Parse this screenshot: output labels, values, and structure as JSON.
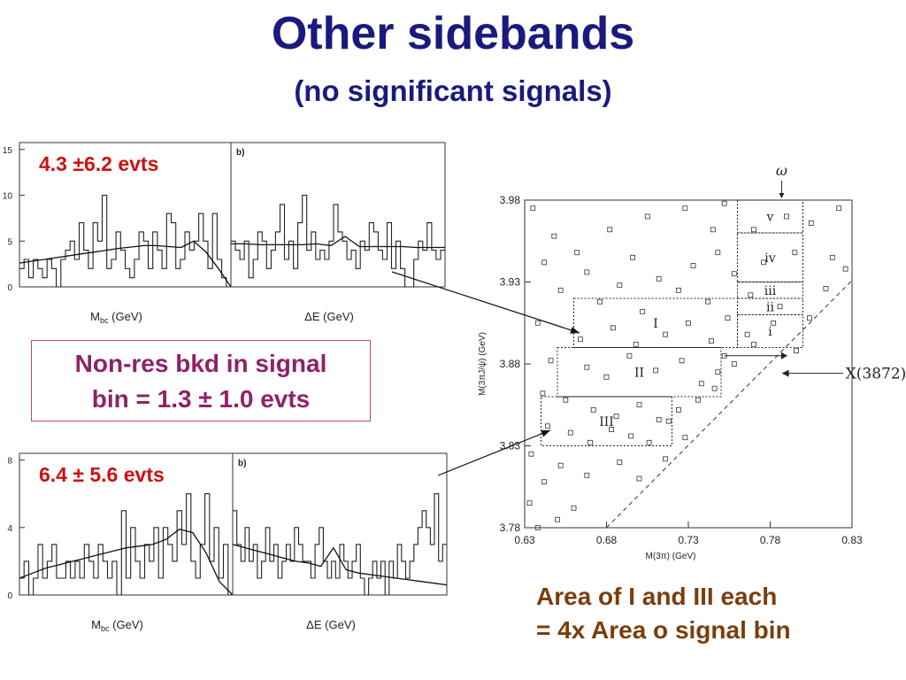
{
  "title": "Other sidebands",
  "subtitle": "(no significant signals)",
  "nonres_note": {
    "line1": "Non-res bkd in signal",
    "line2": "bin = 1.3 ± 1.0 evts"
  },
  "area_note": {
    "line1": "Area of I and III each",
    "line2": "= 4x Area o signal bin"
  },
  "colors": {
    "title": "#1a1a7e",
    "evts": "#cc1111",
    "nonres": "#8e2268",
    "area": "#7a3e0c"
  },
  "chart_data": [
    {
      "type": "bar",
      "panel": "top-left",
      "annotation": "4.3 ±6.2 evts",
      "xlabel_main": "M",
      "xlabel_sub": "bc",
      "xlabel_unit": "(GeV)",
      "ylim": [
        0,
        15
      ],
      "yticks": [
        "15",
        "10",
        "5",
        "0"
      ],
      "values": [
        2,
        3,
        1,
        3,
        2,
        1,
        3,
        2,
        0,
        3,
        4,
        5,
        3,
        7,
        4,
        2,
        7,
        5,
        10,
        2,
        3,
        6,
        4,
        2,
        1,
        3,
        6,
        5,
        2,
        6,
        4,
        2,
        8,
        7,
        2,
        3,
        6,
        4,
        5,
        8,
        5,
        2,
        8,
        3,
        1,
        0
      ],
      "fit": [
        2.6,
        2.8,
        3.0,
        3.2,
        3.4,
        3.6,
        3.8,
        4.0,
        4.2,
        4.35,
        4.5,
        4.5,
        4.4,
        4.3,
        5.0,
        3.8,
        2.0,
        0.0
      ],
      "curve_type": "rising-then-cutoff"
    },
    {
      "type": "bar",
      "panel": "top-right",
      "panel_label": "b)",
      "xlabel_main": "ΔE",
      "xlabel_unit": "(GeV)",
      "ylim": [
        0,
        15
      ],
      "values": [
        5,
        4,
        3,
        5,
        1,
        3,
        6,
        5,
        2,
        4,
        6,
        9,
        3,
        5,
        2,
        7,
        10,
        4,
        6,
        3,
        4,
        3,
        5,
        9,
        6,
        5,
        3,
        4,
        2,
        5,
        4,
        7,
        6,
        4,
        3,
        7,
        2,
        5,
        2,
        0,
        0,
        3,
        5,
        4,
        7,
        4,
        3,
        4
      ],
      "fit": [
        4.7,
        4.7,
        4.6,
        4.6,
        4.6,
        4.6,
        4.7,
        4.5,
        5.5,
        4.4,
        4.4,
        4.4,
        4.4,
        4.3,
        4.3,
        4.3
      ],
      "curve_type": "flat-with-peak"
    },
    {
      "type": "bar",
      "panel": "bottom-left",
      "annotation": "6.4 ± 5.6 evts",
      "xlabel_main": "M",
      "xlabel_sub": "bc",
      "xlabel_unit": "(GeV)",
      "ylim": [
        0,
        8
      ],
      "yticks": [
        "8",
        "4",
        "0"
      ],
      "values": [
        1,
        2,
        0,
        1,
        3,
        1,
        2,
        3,
        1,
        1,
        2,
        1,
        2,
        1,
        3,
        2,
        1,
        3,
        2,
        1,
        2,
        0,
        5,
        1,
        4,
        2,
        1,
        3,
        2,
        4,
        1,
        4,
        3,
        2,
        5,
        3,
        6,
        2,
        1,
        3,
        6,
        2,
        4,
        1,
        3,
        0
      ],
      "fit": [
        1.0,
        1.3,
        1.6,
        1.8,
        2.0,
        2.2,
        2.4,
        2.6,
        2.8,
        2.9,
        3.0,
        3.3,
        3.9,
        3.7,
        2.5,
        0.8,
        0.0
      ],
      "curve_type": "rising-then-cutoff"
    },
    {
      "type": "bar",
      "panel": "bottom-right",
      "panel_label": "b)",
      "xlabel_main": "ΔE",
      "xlabel_unit": "(GeV)",
      "ylim": [
        0,
        8
      ],
      "values": [
        5,
        3,
        2,
        4,
        2,
        3,
        1,
        2,
        4,
        2,
        3,
        1,
        2,
        3,
        2,
        4,
        3,
        2,
        2,
        1,
        3,
        4,
        2,
        1,
        2,
        1,
        3,
        2,
        1,
        2,
        3,
        1,
        0,
        1,
        2,
        1,
        2,
        0,
        2,
        1,
        3,
        2,
        1,
        2,
        3,
        4,
        5,
        4,
        3,
        6,
        2,
        3
      ],
      "fit": [
        3.0,
        2.8,
        2.6,
        2.4,
        2.2,
        2.0,
        1.9,
        1.7,
        2.8,
        1.5,
        1.3,
        1.2,
        1.1,
        1.0,
        0.9,
        0.8,
        0.7,
        0.6
      ],
      "curve_type": "falling-with-peak"
    },
    {
      "type": "scatter",
      "panel": "dalitz",
      "xlabel": "M(3π) (GeV)",
      "ylabel": "M(3πJ/ψ) (GeV)",
      "xlim": [
        0.63,
        0.83
      ],
      "ylim": [
        3.78,
        3.98
      ],
      "xticks": [
        "0.63",
        "0.68",
        "0.73",
        "0.78",
        "0.83"
      ],
      "yticks": [
        "3.98",
        "3.93",
        "3.88",
        "3.83",
        "3.78"
      ],
      "omega_label": "ω",
      "x3872_label": "X(3872)",
      "regions": [
        {
          "label": "I",
          "x": [
            0.66,
            0.76
          ],
          "y": [
            3.89,
            3.92
          ]
        },
        {
          "label": "II",
          "x": [
            0.65,
            0.75
          ],
          "y": [
            3.86,
            3.89
          ]
        },
        {
          "label": "III",
          "x": [
            0.64,
            0.72
          ],
          "y": [
            3.83,
            3.86
          ]
        },
        {
          "label": "i",
          "x": [
            0.76,
            0.8
          ],
          "y": [
            3.89,
            3.91
          ]
        },
        {
          "label": "ii",
          "x": [
            0.76,
            0.8
          ],
          "y": [
            3.91,
            3.92
          ]
        },
        {
          "label": "iii",
          "x": [
            0.76,
            0.8
          ],
          "y": [
            3.92,
            3.93
          ]
        },
        {
          "label": "iv",
          "x": [
            0.76,
            0.8
          ],
          "y": [
            3.93,
            3.96
          ]
        },
        {
          "label": "v",
          "x": [
            0.76,
            0.8
          ],
          "y": [
            3.96,
            3.98
          ]
        }
      ],
      "points": [
        [
          0.635,
          3.975
        ],
        [
          0.648,
          3.958
        ],
        [
          0.662,
          3.948
        ],
        [
          0.682,
          3.962
        ],
        [
          0.705,
          3.97
        ],
        [
          0.728,
          3.975
        ],
        [
          0.745,
          3.962
        ],
        [
          0.752,
          3.978
        ],
        [
          0.77,
          3.962
        ],
        [
          0.79,
          3.97
        ],
        [
          0.805,
          3.966
        ],
        [
          0.822,
          3.975
        ],
        [
          0.642,
          3.942
        ],
        [
          0.668,
          3.936
        ],
        [
          0.696,
          3.945
        ],
        [
          0.712,
          3.932
        ],
        [
          0.733,
          3.94
        ],
        [
          0.748,
          3.948
        ],
        [
          0.758,
          3.935
        ],
        [
          0.776,
          3.942
        ],
        [
          0.795,
          3.948
        ],
        [
          0.818,
          3.945
        ],
        [
          0.826,
          3.938
        ],
        [
          0.652,
          3.925
        ],
        [
          0.676,
          3.918
        ],
        [
          0.688,
          3.928
        ],
        [
          0.702,
          3.912
        ],
        [
          0.724,
          3.925
        ],
        [
          0.742,
          3.918
        ],
        [
          0.754,
          3.908
        ],
        [
          0.768,
          3.922
        ],
        [
          0.786,
          3.915
        ],
        [
          0.804,
          3.908
        ],
        [
          0.814,
          3.926
        ],
        [
          0.638,
          3.905
        ],
        [
          0.664,
          3.895
        ],
        [
          0.684,
          3.902
        ],
        [
          0.698,
          3.892
        ],
        [
          0.716,
          3.898
        ],
        [
          0.73,
          3.905
        ],
        [
          0.744,
          3.894
        ],
        [
          0.752,
          3.885
        ],
        [
          0.766,
          3.898
        ],
        [
          0.782,
          3.905
        ],
        [
          0.796,
          3.888
        ],
        [
          0.646,
          3.882
        ],
        [
          0.668,
          3.878
        ],
        [
          0.68,
          3.872
        ],
        [
          0.694,
          3.885
        ],
        [
          0.71,
          3.876
        ],
        [
          0.726,
          3.882
        ],
        [
          0.738,
          3.868
        ],
        [
          0.748,
          3.875
        ],
        [
          0.758,
          3.88
        ],
        [
          0.77,
          3.892
        ],
        [
          0.641,
          3.862
        ],
        [
          0.655,
          3.858
        ],
        [
          0.672,
          3.852
        ],
        [
          0.686,
          3.848
        ],
        [
          0.7,
          3.855
        ],
        [
          0.712,
          3.846
        ],
        [
          0.724,
          3.852
        ],
        [
          0.736,
          3.858
        ],
        [
          0.746,
          3.865
        ],
        [
          0.644,
          3.842
        ],
        [
          0.658,
          3.838
        ],
        [
          0.67,
          3.832
        ],
        [
          0.683,
          3.84
        ],
        [
          0.695,
          3.836
        ],
        [
          0.706,
          3.832
        ],
        [
          0.718,
          3.845
        ],
        [
          0.728,
          3.835
        ],
        [
          0.634,
          3.825
        ],
        [
          0.652,
          3.818
        ],
        [
          0.668,
          3.812
        ],
        [
          0.688,
          3.82
        ],
        [
          0.7,
          3.81
        ],
        [
          0.716,
          3.822
        ],
        [
          0.633,
          3.795
        ],
        [
          0.642,
          3.808
        ],
        [
          0.65,
          3.785
        ],
        [
          0.66,
          3.792
        ],
        [
          0.638,
          3.78
        ]
      ]
    }
  ]
}
